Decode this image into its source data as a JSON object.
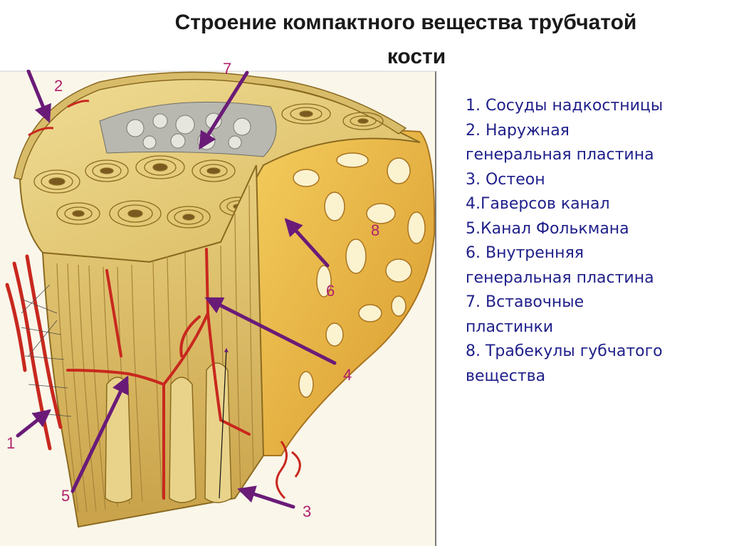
{
  "title": {
    "line1": "Строение компактного вещества трубчатой",
    "line2": "кости"
  },
  "legend": [
    "1. Сосуды надкостницы",
    "2. Наружная",
    "генеральная пластина",
    "3. Остеон",
    "4.Гаверсов канал",
    "5.Канал Фолькмана",
    "6. Внутренняя",
    "генеральная пластина",
    "7. Вставочные",
    "пластинки",
    "8. Трабекулы губчатого",
    "вещества"
  ],
  "labels": [
    "1",
    "2",
    "3",
    "4",
    "5",
    "6",
    "7",
    "8"
  ],
  "colors": {
    "title_text": "#1a1a1a",
    "legend_text": "#1f1f8a",
    "label_numbers": "#b0206b",
    "arrows": "#6a1b78",
    "bone_yellow": "#e6c96a",
    "vessel_red": "#c8281e"
  }
}
